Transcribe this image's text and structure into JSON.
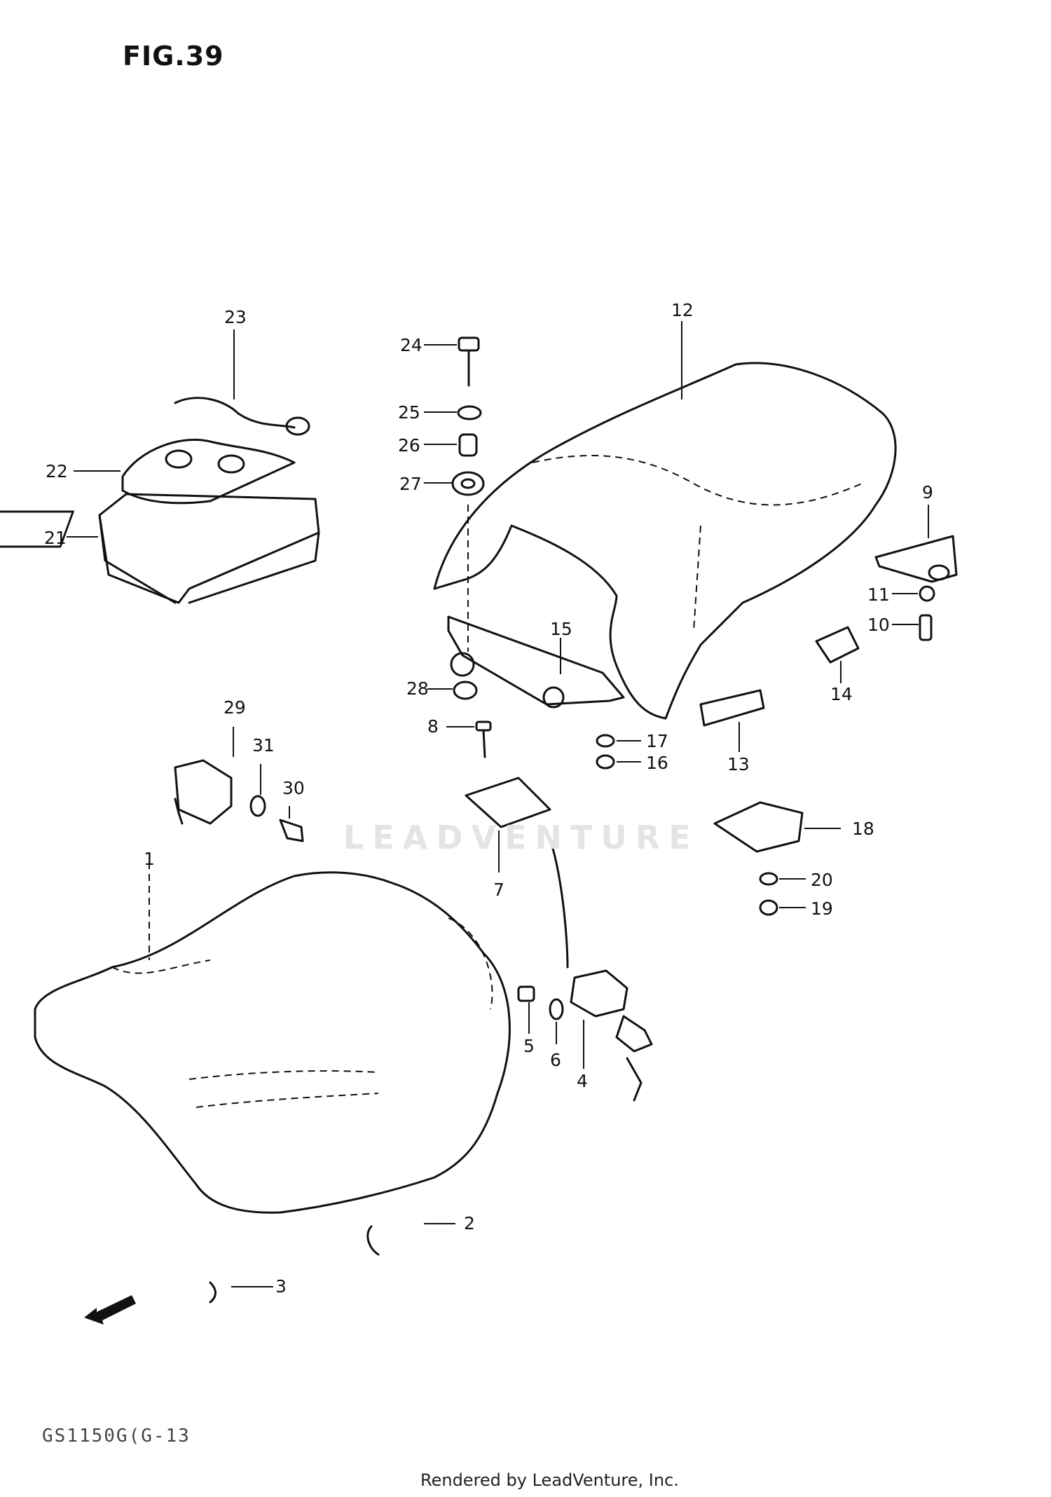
{
  "figure": {
    "title": "FIG.39"
  },
  "watermark": "LEADVENTURE",
  "drawing_code": "GS1150G(G-13",
  "footer": "Rendered by LeadVenture, Inc.",
  "fwd_arrow": {
    "label": "FWD",
    "icon": "fwd-arrow-icon"
  },
  "parts": [
    {
      "no": "1"
    },
    {
      "no": "2"
    },
    {
      "no": "3"
    },
    {
      "no": "4"
    },
    {
      "no": "5"
    },
    {
      "no": "6"
    },
    {
      "no": "7"
    },
    {
      "no": "8"
    },
    {
      "no": "9"
    },
    {
      "no": "10"
    },
    {
      "no": "11"
    },
    {
      "no": "12"
    },
    {
      "no": "13"
    },
    {
      "no": "14"
    },
    {
      "no": "15"
    },
    {
      "no": "16"
    },
    {
      "no": "17"
    },
    {
      "no": "18"
    },
    {
      "no": "19"
    },
    {
      "no": "20"
    },
    {
      "no": "21"
    },
    {
      "no": "22"
    },
    {
      "no": "23"
    },
    {
      "no": "24"
    },
    {
      "no": "25"
    },
    {
      "no": "26"
    },
    {
      "no": "27"
    },
    {
      "no": "28"
    },
    {
      "no": "29"
    },
    {
      "no": "30"
    },
    {
      "no": "31"
    }
  ]
}
